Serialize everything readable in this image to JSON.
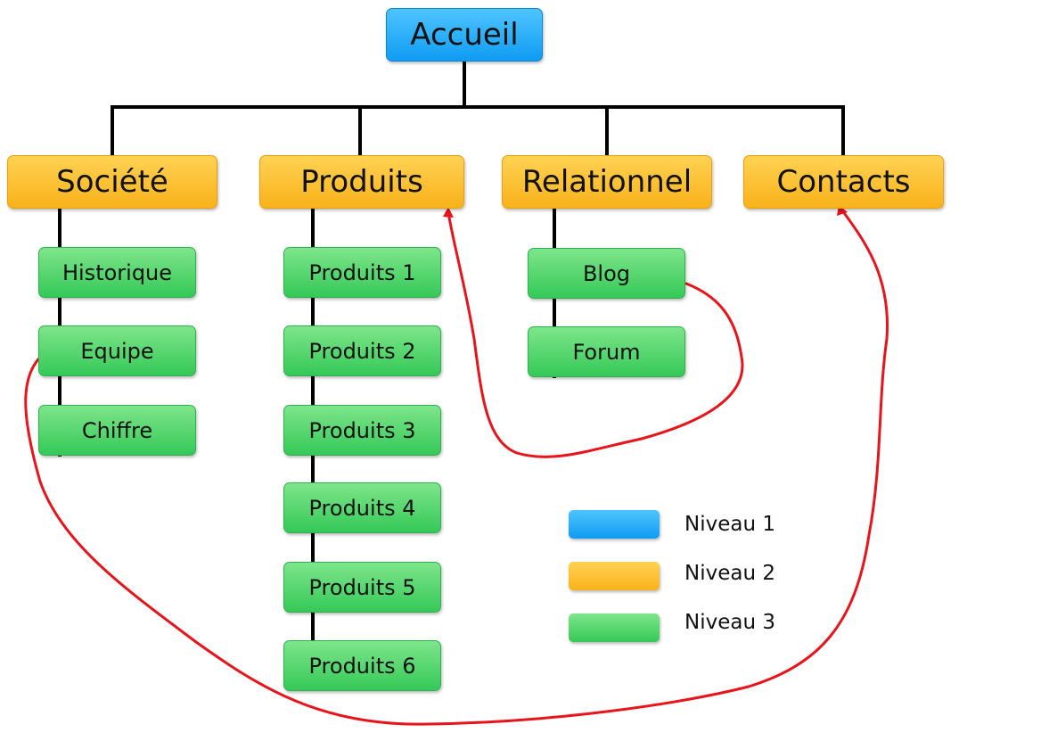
{
  "diagram": {
    "root": {
      "label": "Accueil"
    },
    "level2": [
      {
        "label": "Société",
        "children": [
          "Historique",
          "Equipe",
          "Chiffre"
        ]
      },
      {
        "label": "Produits",
        "children": [
          "Produits 1",
          "Produits 2",
          "Produits 3",
          "Produits 4",
          "Produits 5",
          "Produits 6"
        ]
      },
      {
        "label": "Relationnel",
        "children": [
          "Blog",
          "Forum"
        ]
      },
      {
        "label": "Contacts",
        "children": []
      }
    ],
    "legend": [
      {
        "label": "Niveau 1",
        "color": "#1aa8f7"
      },
      {
        "label": "Niveau 2",
        "color": "#fbbf2f"
      },
      {
        "label": "Niveau 3",
        "color": "#4ad669"
      }
    ],
    "links": [
      {
        "from": "Equipe",
        "to": "Contacts",
        "color": "#e8141b"
      },
      {
        "from": "Blog",
        "to": "Produits",
        "color": "#e8141b"
      }
    ],
    "colors": {
      "level1": "#1aa8f7",
      "level2": "#fbbf2f",
      "level3": "#4ad669",
      "connector": "#000000",
      "link": "#e8141b"
    }
  }
}
